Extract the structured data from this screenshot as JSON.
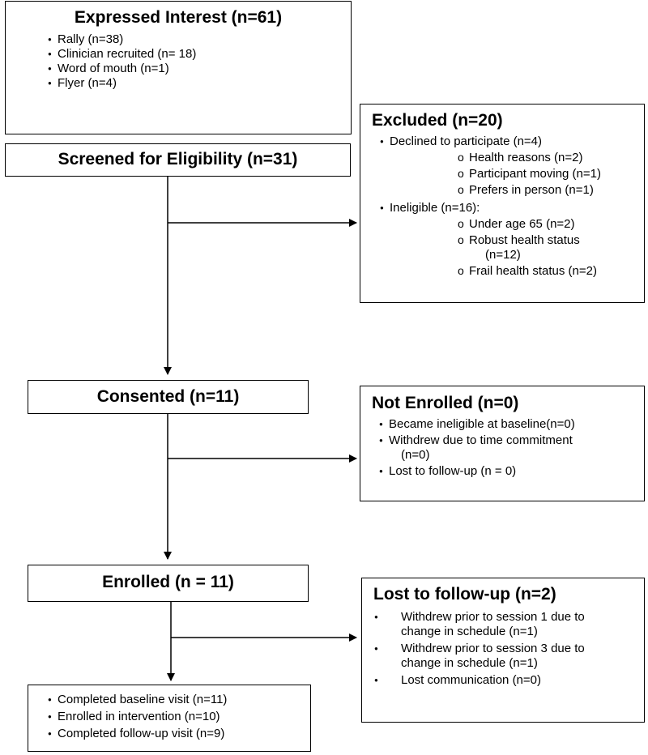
{
  "interest": {
    "title": "Expressed Interest (n=61)",
    "items": [
      "Rally (n=38)",
      "Clinician recruited (n= 18)",
      "Word of mouth (n=1)",
      "Flyer (n=4)"
    ]
  },
  "screened": {
    "title": "Screened for Eligibility (n=31)"
  },
  "excluded": {
    "title": "Excluded (n=20)",
    "declined": {
      "label": "Declined to participate (n=4)",
      "subitems": [
        "Health reasons (n=2)",
        "Participant moving (n=1)",
        "Prefers in person (n=1)"
      ]
    },
    "ineligible": {
      "label": "Ineligible (n=16):",
      "subitems": [
        "Under age 65 (n=2)",
        "Robust health status",
        "(n=12)",
        "Frail health status (n=2)"
      ]
    }
  },
  "consented": {
    "title": "Consented (n=11)"
  },
  "not_enrolled": {
    "title": "Not Enrolled (n=0)",
    "items": [
      "Became ineligible at baseline(n=0)",
      "Withdrew due to time commitment",
      "(n=0)",
      "Lost to follow-up (n = 0)"
    ]
  },
  "enrolled": {
    "title": "Enrolled (n = 11)"
  },
  "lost": {
    "title": "Lost to follow-up (n=2)",
    "items": [
      {
        "line1": "Withdrew prior to session 1 due to",
        "line2": "change in schedule (n=1)"
      },
      {
        "line1": "Withdrew prior to session 3 due to",
        "line2": "change in schedule (n=1)"
      },
      {
        "line1": "Lost communication (n=0)",
        "line2": ""
      }
    ]
  },
  "completed": {
    "items": [
      "Completed baseline visit (n=11)",
      "Enrolled in intervention (n=10)",
      "Completed follow-up visit (n=9)"
    ]
  }
}
